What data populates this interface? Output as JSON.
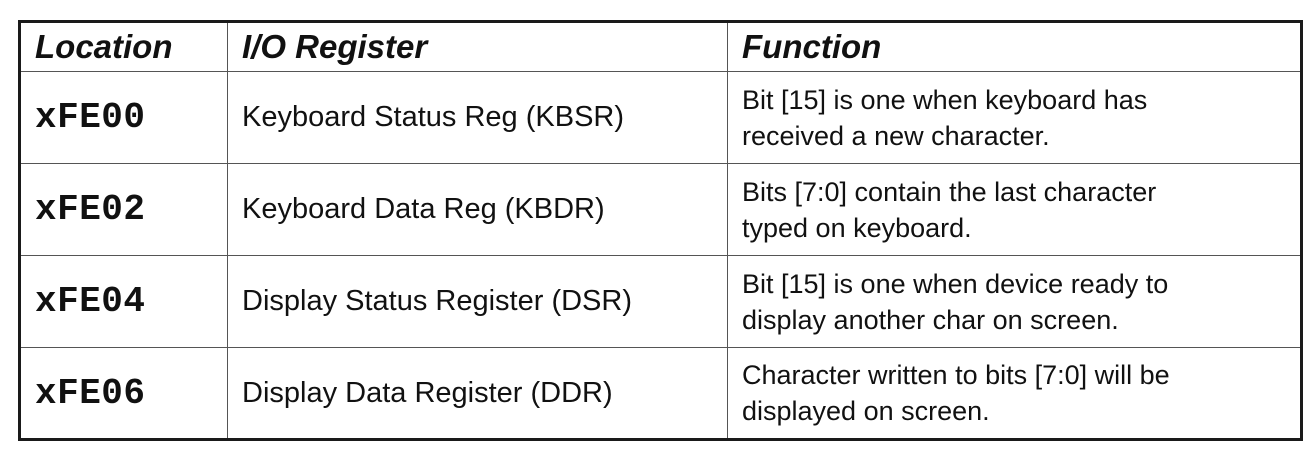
{
  "table": {
    "headers": {
      "location": "Location",
      "register": "I/O Register",
      "function": "Function"
    },
    "rows": [
      {
        "location": "xFE00",
        "register": "Keyboard Status Reg (KBSR)",
        "function_line1": "Bit [15] is one when keyboard has",
        "function_line2": "received a new character."
      },
      {
        "location": "xFE02",
        "register": "Keyboard Data Reg (KBDR)",
        "function_line1": "Bits [7:0] contain the last character",
        "function_line2": "typed on keyboard."
      },
      {
        "location": "xFE04",
        "register": "Display Status Register (DSR)",
        "function_line1": "Bit [15] is one when device ready to",
        "function_line2": "display another char on screen."
      },
      {
        "location": "xFE06",
        "register": "Display Data Register (DDR)",
        "function_line1": "Character written to bits [7:0] will be",
        "function_line2": "displayed on screen."
      }
    ]
  }
}
